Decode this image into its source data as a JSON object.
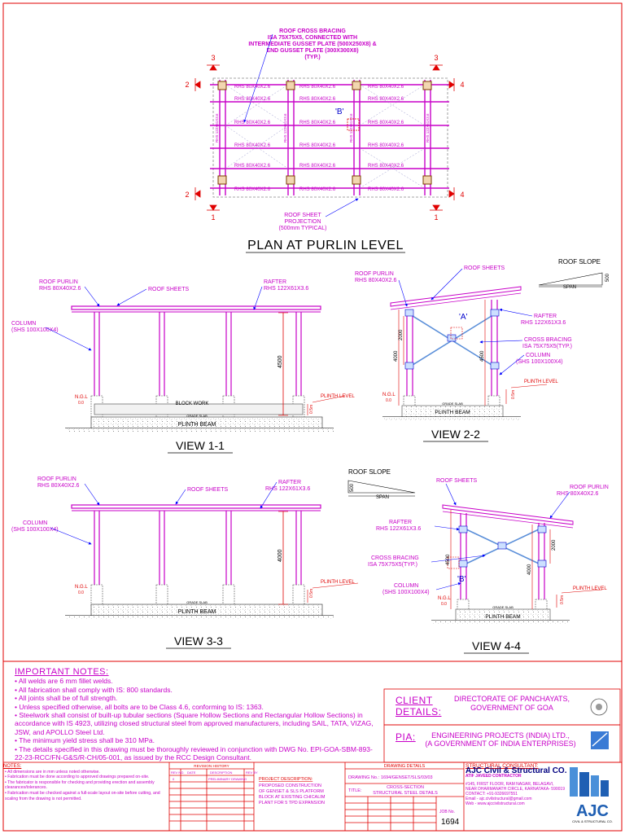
{
  "plan": {
    "title": "PLAN AT PURLIN LEVEL",
    "bracing_note": [
      "ROOF CROSS BRACING",
      "ISA 75X75X5, CONNECTED WITH",
      "INTERMEDIATE GUSSET PLATE (500X250X8) &",
      "END GUSSET PLATE (300X300X8)",
      "(TYP.)"
    ],
    "purlin_label": "RHS 80X40X2.6",
    "rafter_label": "RHS 122X61X3.6",
    "detail_b": "'B'",
    "sheet_projection": [
      "ROOF SHEET",
      "PROJECTION",
      "(500mm TYPICAL)"
    ],
    "section_marks": [
      "1",
      "2",
      "3",
      "4"
    ]
  },
  "view11": {
    "title": "VIEW 1-1",
    "roof_purlin": [
      "ROOF PURLIN",
      "RHS 80X40X2.6"
    ],
    "roof_sheets": "ROOF SHEETS",
    "rafter": [
      "RAFTER",
      "RHS 122X61X3.6"
    ],
    "column": [
      "COLUMN",
      "(SHS 100X100X4)"
    ],
    "block_work": "BLOCK WORK",
    "plinth_beam": "PLINTH BEAM",
    "grade_slab": "GRADE SLAB",
    "plinth_level": "PLINTH LEVEL",
    "ngl": [
      "N.G.L",
      "0.0"
    ],
    "dim_height": "4500",
    "dim_plinth": "0.5m"
  },
  "view22": {
    "title": "VIEW 2-2",
    "roof_purlin": [
      "ROOF PURLIN",
      "RHS 80X40X2.6"
    ],
    "roof_sheets": "ROOF SHEETS",
    "roof_slope": "ROOF SLOPE",
    "span": "SPAN",
    "slope_dim": "500",
    "rafter": [
      "RAFTER",
      "RHS 122X61X3.6"
    ],
    "cross_bracing": [
      "CROSS BRACING",
      "ISA 75X75X5(TYP.)"
    ],
    "column": [
      "COLUMN",
      "(SHS 100X100X4)"
    ],
    "detail_a": "'A'",
    "plinth_beam": "PLINTH BEAM",
    "grade_slab": "GRADE SLAB",
    "plinth_level": "PLINTH LEVEL",
    "ngl": [
      "N.G.L",
      "0.0"
    ],
    "dim_left": "4000",
    "dim_mid": "2000",
    "dim_right": "4500",
    "dim_plinth": "0.5m"
  },
  "view33": {
    "title": "VIEW 3-3",
    "roof_purlin": [
      "ROOF PURLIN",
      "RHS 80X40X2.6"
    ],
    "roof_sheets": "ROOF SHEETS",
    "rafter": [
      "RAFTER",
      "RHS 122X61X3.6"
    ],
    "column": [
      "COLUMN",
      "(SHS 100X100X4)"
    ],
    "plinth_beam": "PLINTH BEAM",
    "grade_slab": "GRADE SLAB",
    "plinth_level": "PLINTH LEVEL",
    "ngl": [
      "N.G.L",
      "0.0"
    ],
    "dim_height": "4000",
    "dim_plinth": "0.5m"
  },
  "view44": {
    "title": "VIEW 4-4",
    "roof_slope": "ROOF SLOPE",
    "span": "SPAN",
    "slope_dim": "500",
    "roof_sheets": "ROOF SHEETS",
    "roof_purlin": [
      "ROOF PURLIN",
      "RHS 80X40X2.6"
    ],
    "rafter": [
      "RAFTER",
      "RHS 122X61X3.6"
    ],
    "cross_bracing": [
      "CROSS BRACING",
      "ISA 75X75X5(TYP.)"
    ],
    "column": [
      "COLUMN",
      "(SHS 100X100X4)"
    ],
    "detail_b": "'B'",
    "plinth_beam": "PLINTH BEAM",
    "grade_slab": "GRADE SLAB",
    "plinth_level": "PLINTH LEVEL",
    "ngl": [
      "N.G.L",
      "0.0"
    ],
    "dim_left": "4500",
    "dim_right": "4000",
    "dim_mid": "2000",
    "dim_plinth": "0.5m"
  },
  "notes": {
    "heading": "IMPORTANT NOTES:",
    "items": [
      "All welds are 6 mm fillet welds.",
      "All fabrication shall comply with IS: 800 standards.",
      "All joints shall be of full strength.",
      "Unless specified otherwise, all bolts are to be Class 4.6, conforming to IS: 1363.",
      "Steelwork shall consist of built-up tubular sections (Square Hollow Sections and Rectangular Hollow Sections) in accordance with IS 4923, utilizing closed structural steel from approved manufacturers, including SAIL, TATA, VIZAG, JSW, and APOLLO Steel Ltd.",
      "The minimum yield stress shall be 310 MPa.",
      "The details specified in this drawing must be thoroughly reviewed in conjunction with DWG No. EPI-GOA-SBM-893-22-23-RCC/FN-G&S/R-CH/05-001, as issued by the RCC Design Consultant."
    ]
  },
  "client": {
    "label": "CLIENT DETAILS:",
    "value": [
      "DIRECTORATE OF PANCHAYATS,",
      "GOVERNMENT OF GOA"
    ]
  },
  "pia": {
    "label": "PIA:",
    "value": [
      "ENGINEERING PROJECTS (INDIA) LTD.,",
      "(A GOVERNMENT OF INDIA ENTERPRISES)"
    ]
  },
  "small_notes": {
    "heading": "NOTES:",
    "items": [
      "All dimensions are in mm unless noted otherwise.",
      "Fabrication must be done according to approved drawings prepared on-site.",
      "The fabricator is responsible for checking and providing erection and assembly clearances/tolerances.",
      "Fabrication must be checked against a full-scale layout on-site before cutting, and scaling from the drawing is not permitted."
    ]
  },
  "revision": {
    "heading": "REVISION HISTORY",
    "cols": [
      "REV NO.",
      "DATE",
      "DESCRIPTION",
      "REV BY"
    ],
    "row": [
      "0",
      "",
      "PRELIMINARY DRAWING",
      ""
    ]
  },
  "project": {
    "heading": "PROJECT DESCRIPTION:",
    "text": [
      "PROPOSED CONSTRUCTION",
      "OF GENSET & SLS PLATFORM",
      "BLOCK AT EXISTING CHICALIM",
      "PLANT FOR 5 TPD EXPANSION"
    ]
  },
  "drawing": {
    "heading": "DRAWING DETAILS",
    "drawing_no_label": "DRAWING No.:",
    "drawing_no": "1694/GENSET/SLS/03/03",
    "title_label": "TITLE:",
    "title": [
      "CROSS-SECTION",
      "STRUCTURAL STEEL DETAILS"
    ],
    "job_label": "JOB No.",
    "job_no": "1694"
  },
  "consultant": {
    "heading": "STRUCTURAL CONSULTANT:",
    "name": "AJC Civil & Structural CO.",
    "owner": "ATIF JAVEED CONTRACTOR",
    "address": [
      "#145, FIRST FLOOR, RAM NAGAR, BELAGAVI,",
      "NEAR DHARMANATH CIRCLE, KARNATAKA- 590019",
      "CONTACT: +91-9326697551",
      "Email - ajc.civilstructural@gmail.com",
      "Web - www.ajccivilstructural.com"
    ],
    "logo": "AJC",
    "logo_sub": "CIVIL & STRUCTURAL CO."
  }
}
